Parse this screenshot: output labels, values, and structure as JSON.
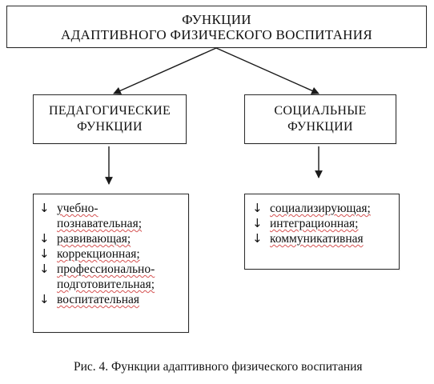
{
  "diagram": {
    "top": {
      "line1": "ФУНКЦИИ",
      "line2": "АДАПТИВНОГО ФИЗИЧЕСКОГО ВОСПИТАНИЯ"
    },
    "pedagogical": {
      "line1": "ПЕДАГОГИЧЕСКИЕ",
      "line2": "ФУНКЦИИ",
      "items": [
        "учебно-\nпознавательная;",
        "развивающая;",
        "коррекционная;",
        "профессионально-\nподготовительная;",
        "воспитательная"
      ]
    },
    "social": {
      "line1": "СОЦИАЛЬНЫЕ",
      "line2": "ФУНКЦИИ",
      "items": [
        "социализирующая;",
        "интеграционная;",
        "коммуникативная"
      ]
    },
    "list_marker": "↓",
    "caption": "Рис. 4. Функции адаптивного физического воспитания"
  }
}
